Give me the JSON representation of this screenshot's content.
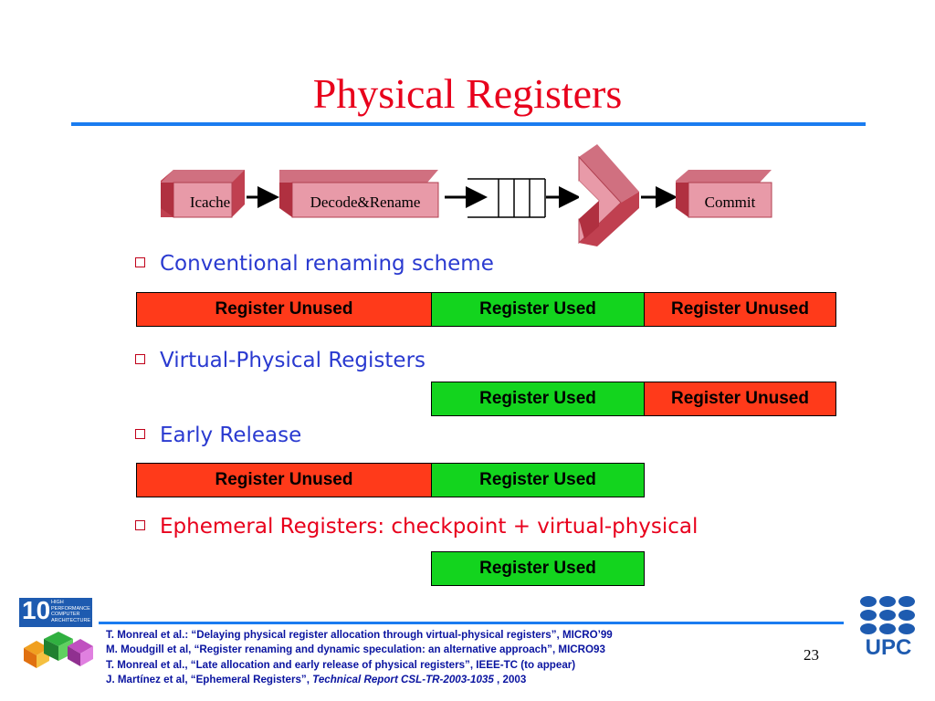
{
  "slide": {
    "title": "Physical Registers",
    "page_number": "23"
  },
  "pipeline": {
    "stages": [
      "Icache",
      "Decode&Rename",
      "Commit"
    ]
  },
  "bullets": [
    {
      "text": "Conventional renaming scheme",
      "color": "#2a3ad0",
      "cells": [
        {
          "label": "Register Unused",
          "state": "unused"
        },
        {
          "label": "Register Used",
          "state": "used"
        },
        {
          "label": "Register Unused",
          "state": "unused"
        }
      ]
    },
    {
      "text": "Virtual-Physical Registers",
      "color": "#2a3ad0",
      "cells": [
        {
          "label": "Register Used",
          "state": "used"
        },
        {
          "label": "Register Unused",
          "state": "unused"
        }
      ]
    },
    {
      "text": "Early Release",
      "color": "#2a3ad0",
      "cells": [
        {
          "label": "Register Unused",
          "state": "unused"
        },
        {
          "label": "Register Used",
          "state": "used"
        }
      ]
    },
    {
      "text": "Ephemeral Registers: checkpoint + virtual-physical",
      "color": "#e8001c",
      "cells": [
        {
          "label": "Register Used",
          "state": "used"
        }
      ]
    }
  ],
  "references": [
    {
      "text": "T. Monreal et al.: “Delaying physical register allocation through virtual-physical registers”, MICRO’99"
    },
    {
      "text": "M. Moudgill et al, “Register renaming and dynamic speculation: an alternative approach”, MICRO93"
    },
    {
      "text": "T. Monreal et al., “Late allocation and early release of physical registers”, IEEE-TC (to appear)"
    },
    {
      "text_before": "J. Martínez et al, “Ephemeral Registers”, ",
      "text_italic": "Technical Report CSL-TR-2003-1035",
      "text_after": " , 2003"
    }
  ],
  "logos": {
    "left": {
      "digits": "10",
      "lines": [
        "HIGH",
        "PERFORMANCE",
        "COMPUTER",
        "ARCHITECTURE"
      ]
    },
    "right": {
      "text": "UPC"
    }
  },
  "colors": {
    "title": "#e8001c",
    "rule": "#1a7cf0",
    "unused": "#ff3a1a",
    "used": "#13d41e",
    "reference_text": "#0a14a0"
  }
}
